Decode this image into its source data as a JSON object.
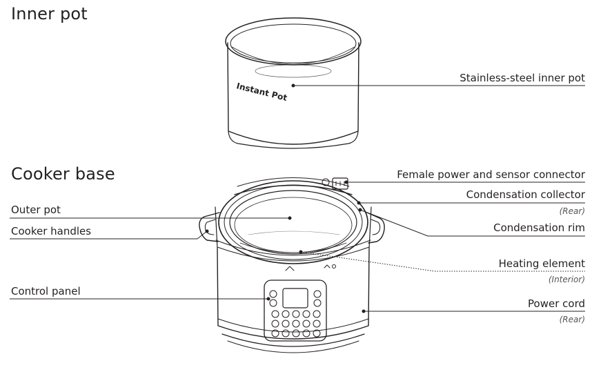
{
  "sections": {
    "inner_pot": "Inner pot",
    "cooker_base": "Cooker base"
  },
  "brand_logo": "Instant Pot",
  "labels": {
    "stainless_inner_pot": "Stainless-steel inner pot",
    "female_connector": "Female power and sensor connector",
    "condensation_collector": "Condensation collector",
    "condensation_collector_note": "(Rear)",
    "condensation_rim": "Condensation rim",
    "heating_element": "Heating element",
    "heating_element_note": "(Interior)",
    "power_cord": "Power cord",
    "power_cord_note": "(Rear)",
    "outer_pot": "Outer pot",
    "cooker_handles": "Cooker handles",
    "control_panel": "Control panel"
  }
}
